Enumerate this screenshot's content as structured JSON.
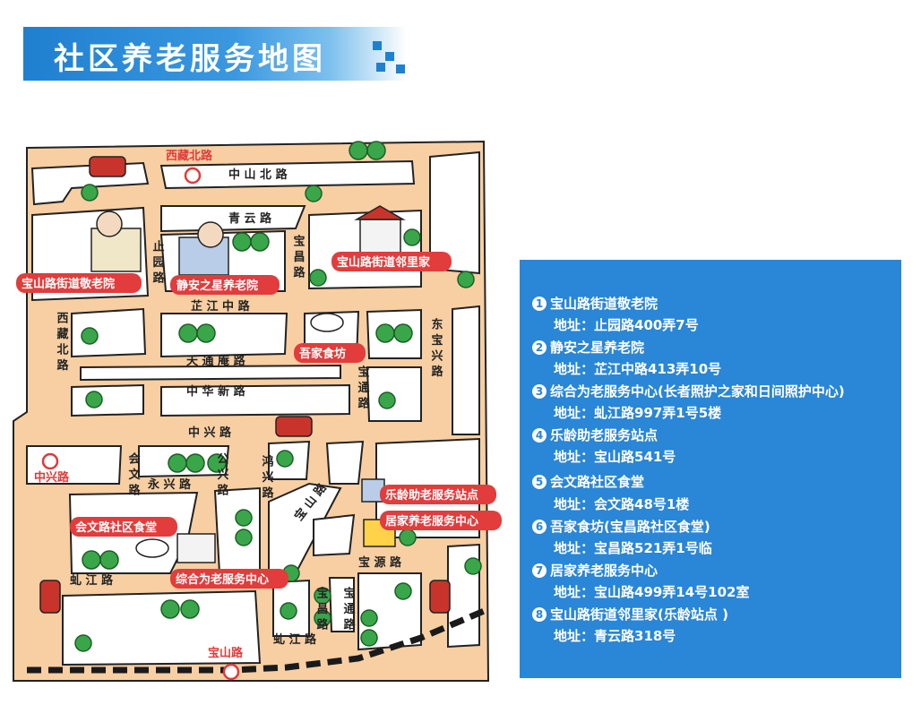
{
  "title": "社区养老服务地图",
  "map": {
    "roads": {
      "zhongshan_north": "中 山 北 路",
      "qingyun": "青 云 路",
      "zhiyuan": "止 园 路",
      "baochang": "宝 昌 路",
      "zhijiang_middle": "芷 江 中 路",
      "xizang_north": "西 藏 北 路",
      "dongbaoxing": "东 宝 兴 路",
      "tiantongan": "天 通 庵 路",
      "baotong": "宝 通 路",
      "zhonghua_new": "中 华 新 路",
      "zhongxing": "中 兴 路",
      "huiwen": "会 文 路",
      "yongxing": "永 兴 路",
      "gongxing": "公 兴 路",
      "hongxing": "鸿 兴 路",
      "baoshan": "宝 山 路",
      "baoyuan": "宝 源 路",
      "qujiang": "虬 江 路",
      "baochang2": "宝 昌 路",
      "baotong2": "宝 通 路",
      "qujiang2": "虬 江 路"
    },
    "metro": {
      "xizang_north": "西藏北路",
      "zhongxing": "中兴路",
      "baoshan": "宝山路"
    },
    "poi": {
      "p1": "宝山路街道敬老院",
      "p2": "静安之星养老院",
      "p3": "宝山路街道邻里家",
      "p4": "吾家食坊",
      "p5": "乐龄助老服务站点",
      "p6": "居家养老服务中心",
      "p7": "会文路社区食堂",
      "p8": "综合为老服务中心"
    },
    "colors": {
      "road": "#f7cfa3",
      "block": "#ffffff",
      "tree": "#3aa64a",
      "label_bg": "#e23c3c",
      "railway": "#1a1a1a"
    }
  },
  "legend": {
    "items": [
      {
        "num": "1",
        "name": "宝山路街道敬老院",
        "address": "地址：止园路400弄7号"
      },
      {
        "num": "2",
        "name": "静安之星养老院",
        "address": "地址：芷江中路413弄10号"
      },
      {
        "num": "3",
        "name": "综合为老服务中心(长者照护之家和日间照护中心)",
        "address": "地址：虬江路997弄1号5楼"
      },
      {
        "num": "4",
        "name": "乐龄助老服务站点",
        "address": "地址：宝山路541号"
      },
      {
        "num": "5",
        "name": "会文路社区食堂",
        "address": "地址：会文路48号1楼"
      },
      {
        "num": "6",
        "name": "吾家食坊(宝昌路社区食堂)",
        "address": "地址：宝昌路521弄1号临"
      },
      {
        "num": "7",
        "name": "居家养老服务中心",
        "address": "地址：宝山路499弄14号102室"
      },
      {
        "num": "8",
        "name": "宝山路街道邻里家(乐龄站点 )",
        "address": "地址：青云路318号"
      }
    ]
  }
}
